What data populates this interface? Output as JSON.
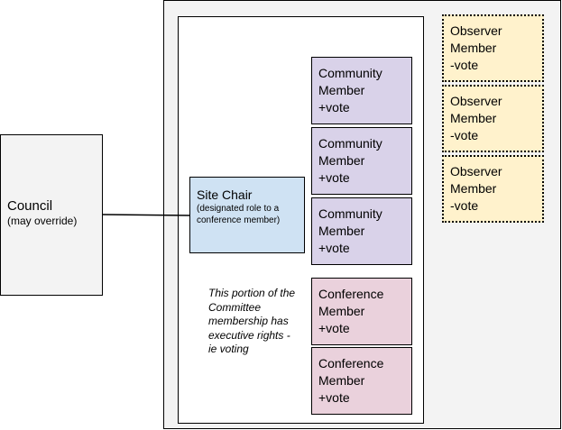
{
  "council": {
    "name": "Council",
    "note": "(may override)"
  },
  "site_chair": {
    "title": "Site Chair",
    "note": "(designated role to a conference member)"
  },
  "community_members": [
    {
      "label": "Community\nMember\n+vote"
    },
    {
      "label": "Community\nMember\n+vote"
    },
    {
      "label": "Community\nMember\n+vote"
    }
  ],
  "conference_members": [
    {
      "label": "Conference\nMember\n+vote"
    },
    {
      "label": "Conference\nMember\n+vote"
    }
  ],
  "observer_members": [
    {
      "label": "Observer\nMember\n-vote"
    },
    {
      "label": "Observer\nMember\n-vote"
    },
    {
      "label": "Observer\nMember\n-vote"
    }
  ],
  "annotation": "This portion of the Committee membership has executive rights - ie voting",
  "colors": {
    "community": "#d9d2e9",
    "conference": "#ead1dc",
    "observer": "#fff2cc",
    "site_chair": "#cfe2f3",
    "council": "#f3f3f3"
  }
}
